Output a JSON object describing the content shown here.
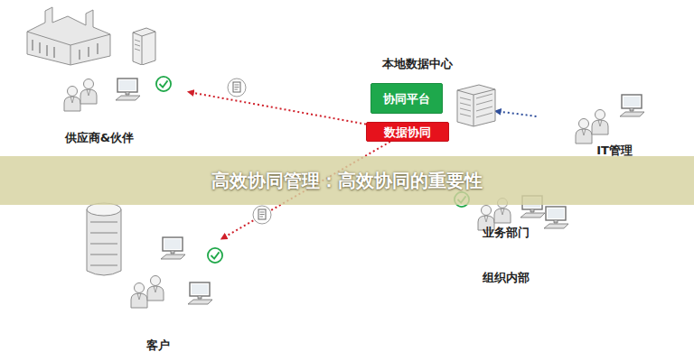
{
  "diagram": {
    "title": "高效协同管理：高效协同的重要性",
    "nodes": [
      {
        "text": [
          "供应商&伙伴"
        ]
      },
      {
        "text": [
          "客户"
        ]
      },
      {
        "text": [
          "组织内部"
        ]
      },
      {
        "text": [
          "本地数据中心"
        ],
        "in": 2
      },
      {
        "text": [
          "协同平台"
        ],
        "in": 3
      },
      {
        "text": [
          "数据协同"
        ],
        "in": 3
      },
      {
        "text": [
          "IT管理"
        ],
        "in": 2
      },
      {
        "text": [
          "业务部门"
        ],
        "in": 2
      }
    ],
    "edges": [
      {
        "from": 5,
        "to": 0,
        "arrow": "to"
      },
      {
        "from": 5,
        "to": 1,
        "arrow": "to"
      },
      {
        "from": 6,
        "to": 3,
        "arrow": "to"
      }
    ]
  }
}
